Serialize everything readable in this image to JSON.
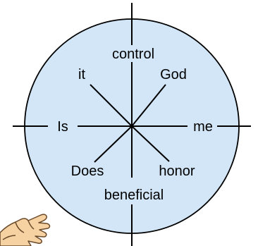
{
  "diagram": {
    "words": {
      "top": "control",
      "top_right": "God",
      "right": "me",
      "bottom_right": "honor",
      "bottom": "beneficial",
      "bottom_left": "Does",
      "left": "Is",
      "top_left": "it"
    },
    "colors": {
      "circle_fill": "#d2e6f7",
      "circle_stroke": "#000000",
      "line": "#000000",
      "hand_fill": "#f6d2a3",
      "hand_stroke": "#6b4a2a"
    },
    "icons": {
      "hand": "pointing-hand-icon"
    }
  }
}
